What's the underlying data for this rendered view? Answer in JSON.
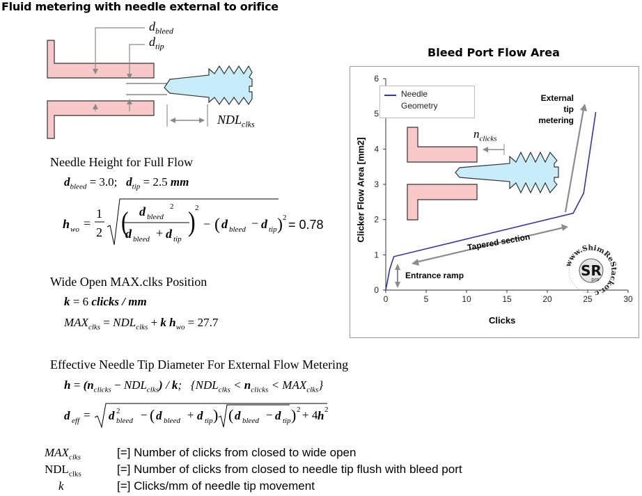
{
  "title": "Fluid metering with needle external to orifice",
  "diagram": {
    "d_bleed": "d",
    "d_bleed_sub": "bleed",
    "d_tip": "d",
    "d_tip_sub": "tip",
    "ndl": "NDL",
    "ndl_sub": "clks"
  },
  "sections": {
    "needle_height": "Needle Height for Full Flow",
    "wide_open": "Wide Open MAX.clks Position",
    "effective": "Effective Needle Tip Diameter For External Flow Metering"
  },
  "equations": {
    "eq1_a": "= 3.0;",
    "eq1_b": "= 2.5",
    "eq1_unit": "mm",
    "eq2_result": "= 0.78",
    "eq3": "= 6",
    "eq3_unit": "clicks / mm",
    "eq4_result": "= 27.7"
  },
  "definitions": [
    {
      "symbol": "MAX",
      "sub": "clks",
      "text": "[=] Number of clicks from closed to wide open"
    },
    {
      "symbol": "NDL",
      "sub": "clks",
      "text": "[=] Number of clicks from closed to needle tip flush with bleed port"
    },
    {
      "symbol": "k",
      "sub": "",
      "text": "[=] Clicks/mm of needle tip movement"
    }
  ],
  "chart_data": {
    "type": "line",
    "title": "Bleed Port Flow Area",
    "xlabel": "Clicks",
    "ylabel": "Clicker Flow Area [mm2]",
    "xlim": [
      0,
      30
    ],
    "ylim": [
      0,
      6
    ],
    "x_ticks": [
      "0",
      "5",
      "10",
      "15",
      "20",
      "25",
      "30"
    ],
    "y_ticks": [
      "0",
      "1",
      "2",
      "3",
      "4",
      "5",
      "6"
    ],
    "legend": {
      "placement": "top-left",
      "label_line1": "Needle",
      "label_line2": "Geometry"
    },
    "series": [
      {
        "name": "Needle Geometry",
        "color": "#3333aa",
        "x": [
          0,
          0.5,
          1,
          23.2,
          24.5,
          26
        ],
        "y": [
          0,
          0.6,
          0.95,
          2.18,
          2.75,
          5.05
        ]
      }
    ],
    "annotations": {
      "external_1": "External",
      "external_2": "tip",
      "external_3": "metering",
      "tapered": "Tapered section",
      "entrance": "Entrance ramp",
      "n_clicks": "n",
      "n_clicks_sub": "clicks"
    },
    "watermark": "www.ShimReStackor.com",
    "watermark_logo": "SR",
    "watermark_sub": "pro"
  }
}
